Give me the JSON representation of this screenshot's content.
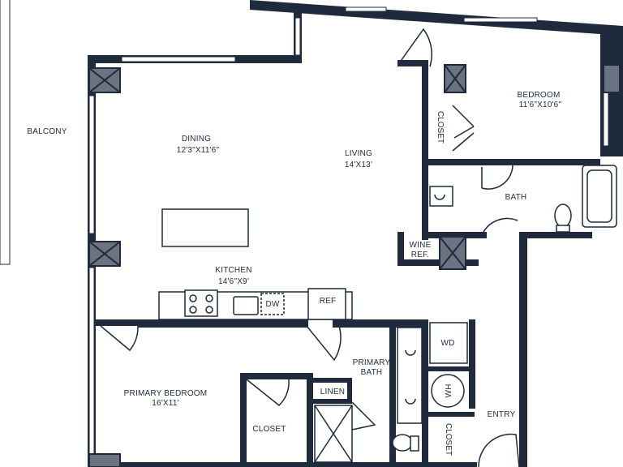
{
  "colors": {
    "wall": "#1f2a3c",
    "column": "#6b7380",
    "fixture": "#3a4558",
    "background": "#ffffff"
  },
  "rooms": {
    "balcony": {
      "name": "BALCONY"
    },
    "dining": {
      "name": "DINING",
      "size": "12'3\"X11'6\""
    },
    "living": {
      "name": "LIVING",
      "size": "14'X13'"
    },
    "bedroom": {
      "name": "BEDROOM",
      "size": "11'6\"X10'6\""
    },
    "bath": {
      "name": "BATH"
    },
    "kitchen": {
      "name": "KITCHEN",
      "size": "14'6\"X9'"
    },
    "primary_bedroom": {
      "name": "PRIMARY BEDROOM",
      "size": "16'X11'"
    },
    "primary_bath": {
      "name": "PRIMARY",
      "name2": "BATH"
    },
    "entry": {
      "name": "ENTRY"
    }
  },
  "fixtures": {
    "closet_bedroom": "CLOSET",
    "closet_primary": "CLOSET",
    "closet_entry": "CLOSET",
    "linen": "LINEN",
    "wine_ref": {
      "line1": "WINE",
      "line2": "REF."
    },
    "dw": "DW",
    "ref": "REF",
    "wd": "WD",
    "wh": "WH"
  }
}
